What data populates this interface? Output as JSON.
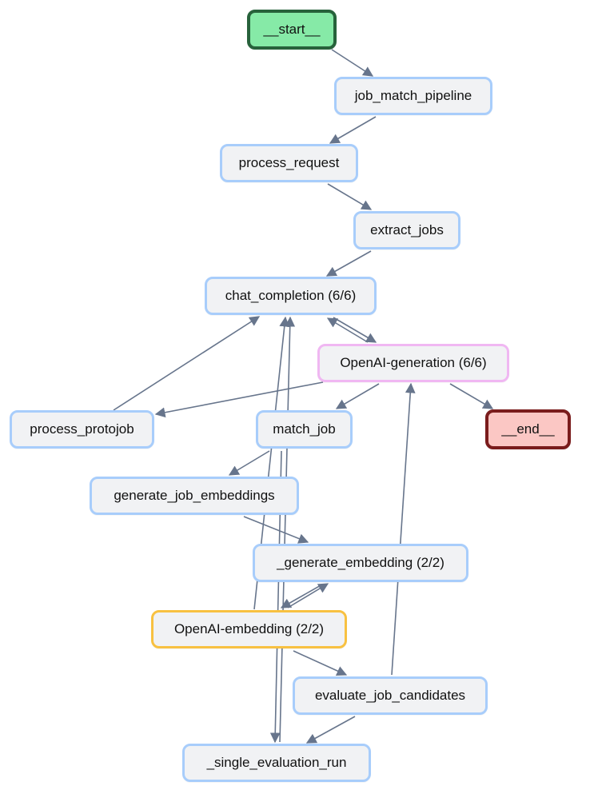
{
  "diagram": {
    "colors": {
      "edge": "#67758c",
      "default_node_fill": "#f1f2f4",
      "default_node_border": "#a8cdfb",
      "start_fill": "#86eaa7",
      "start_border": "#27623b",
      "end_fill": "#fbc7c4",
      "end_border": "#7a1c1c",
      "generation_border": "#f0b7f2",
      "embedding_border": "#f8c141"
    },
    "nodes": {
      "start": {
        "label": "__start__"
      },
      "job_match_pipeline": {
        "label": "job_match_pipeline"
      },
      "process_request": {
        "label": "process_request"
      },
      "extract_jobs": {
        "label": "extract_jobs"
      },
      "chat_completion": {
        "label": "chat_completion (6/6)"
      },
      "openai_generation": {
        "label": "OpenAI-generation (6/6)"
      },
      "process_protojob": {
        "label": "process_protojob"
      },
      "match_job": {
        "label": "match_job"
      },
      "end": {
        "label": "__end__"
      },
      "generate_job_embeddings": {
        "label": "generate_job_embeddings"
      },
      "generate_embedding": {
        "label": "_generate_embedding (2/2)"
      },
      "openai_embedding": {
        "label": "OpenAI-embedding (2/2)"
      },
      "evaluate_job_candidates": {
        "label": "evaluate_job_candidates"
      },
      "single_evaluation_run": {
        "label": "_single_evaluation_run"
      }
    },
    "edges": [
      {
        "from": "start",
        "to": "job_match_pipeline"
      },
      {
        "from": "job_match_pipeline",
        "to": "process_request"
      },
      {
        "from": "process_request",
        "to": "extract_jobs"
      },
      {
        "from": "extract_jobs",
        "to": "chat_completion"
      },
      {
        "from": "chat_completion",
        "to": "openai_generation"
      },
      {
        "from": "openai_generation",
        "to": "chat_completion"
      },
      {
        "from": "openai_generation",
        "to": "process_protojob"
      },
      {
        "from": "process_protojob",
        "to": "chat_completion"
      },
      {
        "from": "openai_generation",
        "to": "match_job"
      },
      {
        "from": "openai_generation",
        "to": "end"
      },
      {
        "from": "match_job",
        "to": "generate_job_embeddings"
      },
      {
        "from": "generate_job_embeddings",
        "to": "generate_embedding"
      },
      {
        "from": "generate_embedding",
        "to": "openai_embedding"
      },
      {
        "from": "openai_embedding",
        "to": "generate_embedding"
      },
      {
        "from": "openai_embedding",
        "to": "chat_completion"
      },
      {
        "from": "match_job",
        "to": "single_evaluation_run"
      },
      {
        "from": "single_evaluation_run",
        "to": "chat_completion"
      },
      {
        "from": "openai_embedding",
        "to": "evaluate_job_candidates"
      },
      {
        "from": "evaluate_job_candidates",
        "to": "openai_generation"
      },
      {
        "from": "evaluate_job_candidates",
        "to": "single_evaluation_run"
      }
    ]
  }
}
